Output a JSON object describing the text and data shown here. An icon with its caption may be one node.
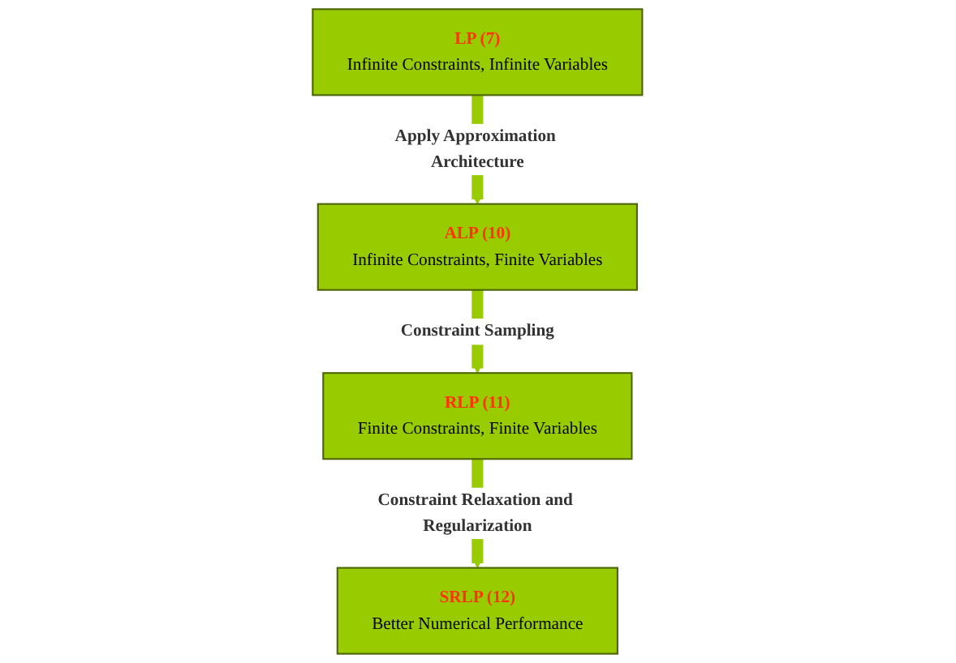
{
  "diagram": {
    "nodes": [
      {
        "text": [
          "LP (7)",
          "Infinite Constraints, Infinite Variables"
        ]
      },
      {
        "text": [
          "ALP (10)",
          "Infinite Constraints, Finite Variables"
        ]
      },
      {
        "text": [
          "RLP (11)",
          "Finite Constraints, Finite Variables"
        ]
      },
      {
        "text": [
          "SRLP (12)",
          "Better Numerical Performance"
        ]
      }
    ],
    "edges": [
      {
        "from": 0,
        "to": 1,
        "arrow": "to",
        "label": "Apply Approximation Architecture"
      },
      {
        "from": 1,
        "to": 2,
        "arrow": "to",
        "label": "Constraint Sampling"
      },
      {
        "from": 2,
        "to": 3,
        "arrow": "to",
        "label": "Constraint Relaxation and Regularization"
      }
    ]
  }
}
